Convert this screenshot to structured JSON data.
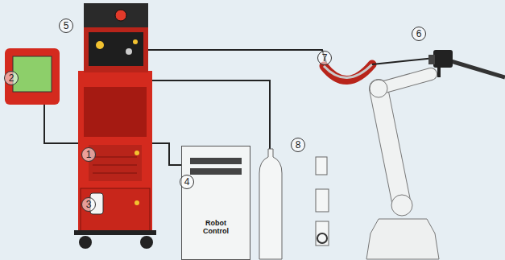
{
  "diagram": {
    "nodes": [
      {
        "text": [
          "Robot Control"
        ]
      }
    ],
    "labels": [
      "5",
      "2",
      "7",
      "6",
      "1",
      "8",
      "4",
      "3"
    ]
  }
}
